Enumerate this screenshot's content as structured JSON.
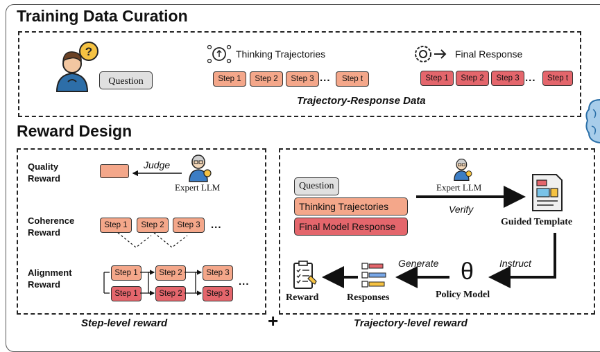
{
  "training": {
    "title": "Training Data Curation",
    "question": "Question",
    "thinking_label": "Thinking Trajectories",
    "final_label": "Final Response",
    "steps": [
      "Step 1",
      "Step 2",
      "Step 3",
      "Step t"
    ],
    "ellipsis": "...",
    "data_caption": "Trajectory-Response Data"
  },
  "reward": {
    "title": "Reward Design",
    "step_level": {
      "quality": "Quality\nReward",
      "coherence": "Coherence\nReward",
      "alignment": "Alignment\nReward",
      "judge": "Judge",
      "expert": "Expert LLM",
      "steps": [
        "Step 1",
        "Step 2",
        "Step 3"
      ],
      "ellipsis": "...",
      "caption": "Step-level reward"
    },
    "trajectory_level": {
      "question": "Question",
      "thinking": "Thinking Trajectories",
      "final": "Final Model Response",
      "expert": "Expert LLM",
      "verify": "Verify",
      "template": "Guided Template",
      "instruct": "Instruct",
      "theta": "θ",
      "policy": "Policy Model",
      "generate": "Generate",
      "responses": "Responses",
      "reward": "Reward",
      "caption": "Trajectory-level reward"
    },
    "plus": "+"
  },
  "colors": {
    "orange": "#f4a78a",
    "red": "#e4666c",
    "gray": "#e0e0e0"
  }
}
